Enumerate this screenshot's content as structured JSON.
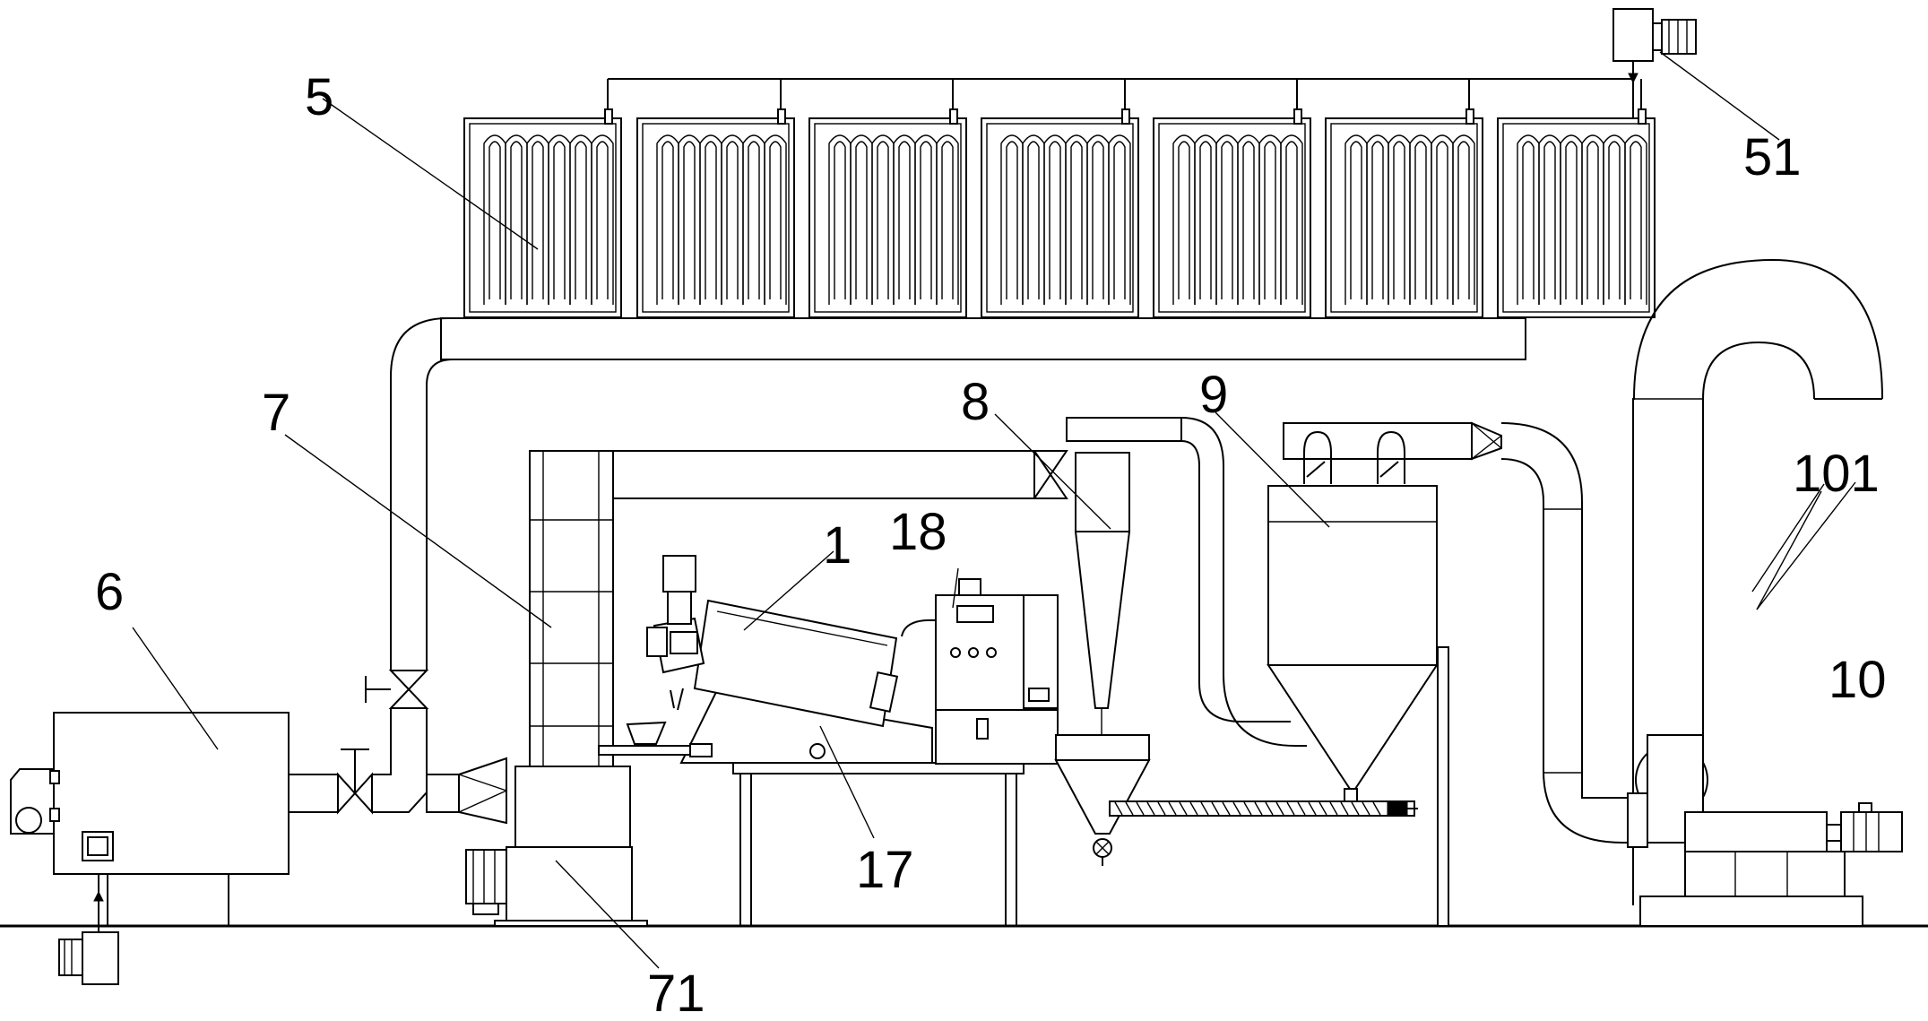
{
  "diagram": {
    "labels": {
      "dewatering_machine": "1",
      "radiator_bank": "5",
      "radiator_fan": "51",
      "hot_air_furnace": "6",
      "dryer_column": "7",
      "dryer_base": "71",
      "cyclone": "8",
      "dust_collector": "9",
      "exhaust_fan_unit": "10",
      "exhaust_stack": "101",
      "sludge_hopper": "17",
      "control_cabinet": "18"
    }
  }
}
